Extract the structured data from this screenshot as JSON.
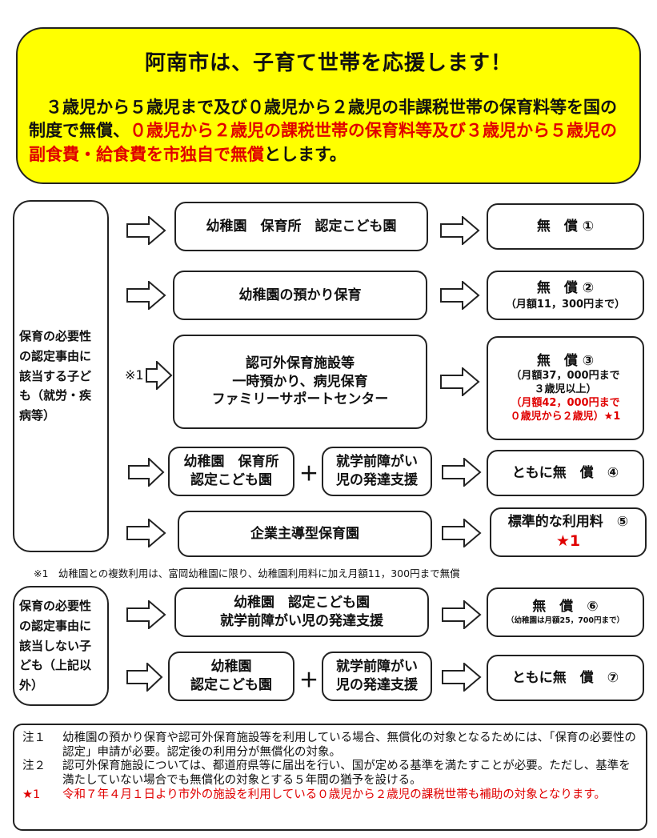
{
  "banner": {
    "title": "阿南市は、子育て世帯を応援します！",
    "text_part1": "　３歳児から５歳児まで及び０歳児から２歳児の非課税世帯の保育料等を国の制度で無償、",
    "text_highlight": "０歳児から２歳児の課税世帯の保育料等及び３歳児から５歳児の副食費・給食費を市独自で無償",
    "text_part2": "とします。",
    "highlight_color": "#e00000",
    "background_color": "#ffff00"
  },
  "group_required": {
    "label": "保育の必要性の認定事由に該当する子ども（就労・疾病等）",
    "ref_mark": "※1",
    "rows": [
      {
        "facility": "幼稚園　保育所　認定こども園",
        "result": "無　償 ①"
      },
      {
        "facility": "幼稚園の預かり保育",
        "result": "無　償 ②",
        "result_note": "（月額11，300円まで）"
      },
      {
        "facility_lines": [
          "認可外保育施設等",
          "一時預かり、病児保育",
          "ファミリーサポートセンター"
        ],
        "result": "無　償 ③",
        "result_note_lines": [
          "（月額37，000円まで",
          "３歳児以上）"
        ],
        "result_red_lines": [
          "（月額42，000円まで",
          "０歳児から２歳児）★1"
        ]
      },
      {
        "facility_lines": [
          "幼稚園　保育所",
          "認定こども園"
        ],
        "plus": "＋",
        "facility2_lines": [
          "就学前障がい",
          "児の発達支援"
        ],
        "result": "ともに無　償　④"
      },
      {
        "facility": "企業主導型保育園",
        "result": "標準的な利用料　⑤",
        "result_star": "★1"
      }
    ]
  },
  "footnote1": "※1　幼稚園との複数利用は、富岡幼稚園に限り、幼稚園利用料に加え月額11，300円まで無償",
  "group_not_required": {
    "label": "保育の必要性の認定事由に該当しない子ども（上記以外）",
    "rows": [
      {
        "facility_lines": [
          "幼稚園　認定こども園",
          "就学前障がい児の発達支援"
        ],
        "result": "無　償　⑥",
        "result_note": "（幼稚園は月額25，700円まで）"
      },
      {
        "facility_lines": [
          "幼稚園",
          "認定こども園"
        ],
        "plus": "＋",
        "facility2_lines": [
          "就学前障がい",
          "児の発達支援"
        ],
        "result": "ともに無　償　⑦"
      }
    ]
  },
  "notes": [
    {
      "key": "注１",
      "text": "幼稚園の預かり保育や認可外保育施設等を利用している場合、無償化の対象となるためには、「保育の必要性の認定」申請が必要。認定後の利用分が無償化の対象。"
    },
    {
      "key": "注２",
      "text": "認可外保育施設については、都道府県等に届出を行い、国が定める基準を満たすことが必要。ただし、基準を満たしていない場合でも無償化の対象とする５年間の猶予を設ける。"
    },
    {
      "key": "★1",
      "text": "令和７年４月１日より市外の施設を利用している０歳児から２歳児の課税世帯も補助の対象となります。",
      "color": "#e00000"
    }
  ]
}
